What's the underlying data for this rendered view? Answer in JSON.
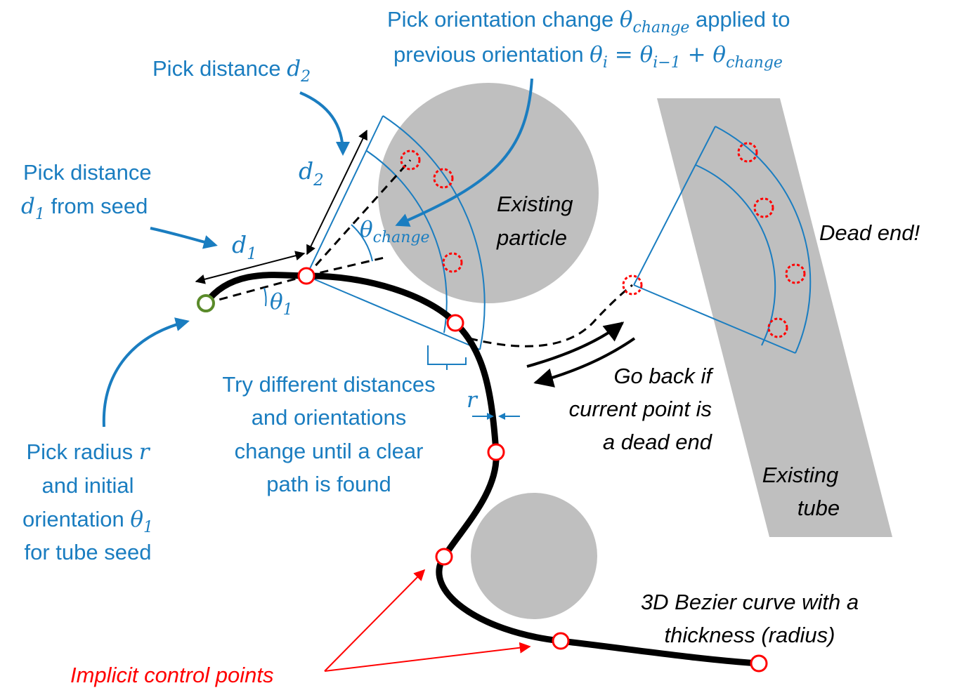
{
  "labels": {
    "pick_orientation_line1_prefix": "Pick orientation change ",
    "pick_orientation_line1_suffix": " applied to",
    "pick_orientation_line2_prefix": "previous orientation ",
    "pick_distance_d2": "Pick distance ",
    "pick_distance_d1_line1": "Pick distance",
    "pick_distance_d1_line2_suffix": " from seed",
    "existing_particle_line1": "Existing",
    "existing_particle_line2": "particle",
    "dead_end": "Dead end!",
    "try_line1": "Try different distances",
    "try_line2": "and orientations",
    "try_line3": "change until a clear",
    "try_line4": "path is found",
    "go_back_line1": "Go back if",
    "go_back_line2": "current point is",
    "go_back_line3": "a dead end",
    "pick_radius_line1_prefix": "Pick radius ",
    "pick_radius_line2": "and initial",
    "pick_radius_line3_prefix": "orientation ",
    "pick_radius_line4": "for tube seed",
    "existing_tube_line1": "Existing",
    "existing_tube_line2": "tube",
    "bezier_line1": "3D Bezier curve with a",
    "bezier_line2": "thickness (radius)",
    "implicit_control_points": "Implicit control points"
  },
  "math": {
    "theta": "θ",
    "change": "change",
    "theta_i_eq": "θ",
    "sub_i": "i",
    "equals": " = ",
    "sub_i_minus_1": "i−1",
    "plus": " + ",
    "d": "d",
    "sub_1": "1",
    "sub_2": "2",
    "r": "r"
  },
  "colors": {
    "blue": "#1a7dc0",
    "gray": "#bfbfbf",
    "red": "#ff0000",
    "green": "#5a8a2a",
    "black": "#000000"
  }
}
